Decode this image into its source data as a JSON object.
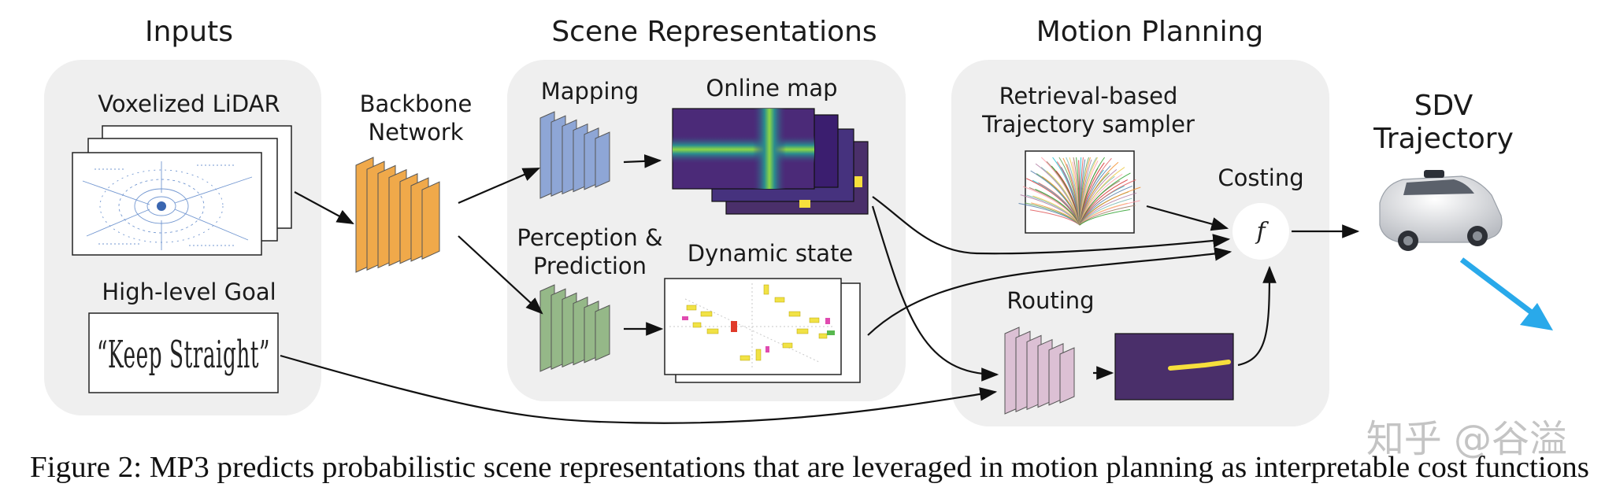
{
  "sections": {
    "inputs": "Inputs",
    "scene": "Scene Representations",
    "motion": "Motion Planning"
  },
  "labels": {
    "voxelized_lidar": "Voxelized LiDAR",
    "backbone_line1": "Backbone",
    "backbone_line2": "Network",
    "mapping": "Mapping",
    "online_map": "Online map",
    "perception_line1": "Perception &",
    "perception_line2": "Prediction",
    "dynamic_state": "Dynamic state",
    "high_level_goal": "High-level Goal",
    "goal_text": "“Keep Straight”",
    "retrieval_line1": "Retrieval-based",
    "retrieval_line2": "Trajectory sampler",
    "costing": "Costing",
    "cost_function_symbol": "f",
    "routing": "Routing",
    "sdv_line1": "SDV",
    "sdv_line2": "Trajectory"
  },
  "caption": "Figure 2: MP3 predicts probabilistic scene representations that are leveraged in motion planning as interpretable cost functions",
  "watermark": "知乎 @谷溢",
  "colors": {
    "panel": "#efefef",
    "backbone": "#f0a94a",
    "mapping": "#8ea6d6",
    "perception": "#95b888",
    "routing": "#dcc0d4",
    "map_purple": "#4a2f6a",
    "map_yellow": "#f7df3c",
    "sdv_arrow": "#29a9ea"
  }
}
